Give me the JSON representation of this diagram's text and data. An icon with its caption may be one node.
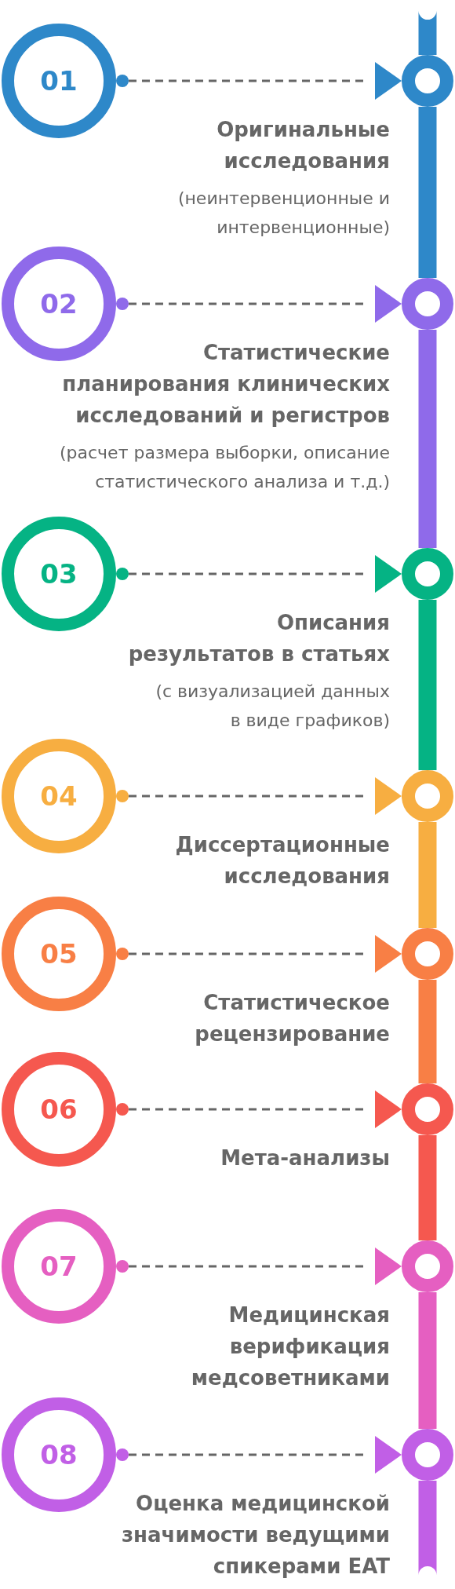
{
  "diagram": {
    "nodes": [
      {
        "text": [
          "01"
        ]
      },
      {
        "text": [],
        "shape": "circle",
        "beside": [
          "Оригинальные исследования",
          "(неинтервенционные и интервенционные)"
        ]
      },
      {
        "text": [
          "02"
        ],
        "beside": [
          "Статистические планирования клинических исследований и регистров",
          "(расчет размера выборки, описание статистического анализа и т.д.)"
        ]
      },
      {
        "text": [],
        "shape": "circle"
      },
      {
        "text": [
          "03"
        ]
      },
      {
        "text": [],
        "shape": "circle",
        "beside": [
          "Описания результатов в статьях",
          "(с визуализацией данных в виде графиков)"
        ]
      },
      {
        "text": [
          "04"
        ]
      },
      {
        "text": [],
        "shape": "circle",
        "beside": [
          "Диссертационные исследования"
        ]
      },
      {
        "text": [
          "05"
        ]
      },
      {
        "text": [],
        "shape": "circle",
        "beside": [
          "Статистическое рецензирование"
        ]
      },
      {
        "text": [
          "06"
        ]
      },
      {
        "text": [],
        "shape": "circle",
        "beside": [
          "Мета-анализы"
        ]
      },
      {
        "text": [
          "07"
        ]
      },
      {
        "text": [],
        "shape": "circle",
        "beside": [
          "Медицинская верификация медсоветниками"
        ]
      },
      {
        "text": [
          "08"
        ]
      },
      {
        "text": [],
        "shape": "circle",
        "beside": [
          "Оценка медицинской значимости ведущими спикерами EAT"
        ]
      }
    ],
    "edges": [
      {
        "from": 0,
        "to": 1,
        "arrow": "to",
        "style": "dashed"
      },
      {
        "from": 2,
        "to": 3,
        "arrow": "to",
        "style": "dashed"
      },
      {
        "from": 4,
        "to": 5,
        "arrow": "to",
        "style": "dashed"
      },
      {
        "from": 6,
        "to": 7,
        "arrow": "to",
        "style": "dashed"
      },
      {
        "from": 8,
        "to": 9,
        "arrow": "to",
        "style": "dashed"
      },
      {
        "from": 10,
        "to": 11,
        "arrow": "to",
        "style": "dashed"
      },
      {
        "from": 12,
        "to": 13,
        "arrow": "to",
        "style": "dashed"
      },
      {
        "from": 14,
        "to": 15,
        "arrow": "to",
        "style": "dashed"
      },
      {
        "from": null,
        "to": 1,
        "arrow": "none",
        "style": "thick",
        "color": "#2e88c9"
      },
      {
        "from": 1,
        "to": 3,
        "arrow": "none",
        "style": "thick",
        "color": "#2e88c9"
      },
      {
        "from": 3,
        "to": 5,
        "arrow": "none",
        "style": "thick",
        "color": "#8f6aea"
      },
      {
        "from": 5,
        "to": 7,
        "arrow": "none",
        "style": "thick",
        "color": "#05b384"
      },
      {
        "from": 7,
        "to": 9,
        "arrow": "none",
        "style": "thick",
        "color": "#f7ae41"
      },
      {
        "from": 9,
        "to": 11,
        "arrow": "none",
        "style": "thick",
        "color": "#f87f45"
      },
      {
        "from": 11,
        "to": 13,
        "arrow": "none",
        "style": "thick",
        "color": "#f5584f"
      },
      {
        "from": 13,
        "to": 15,
        "arrow": "none",
        "style": "thick",
        "color": "#e55fc1"
      },
      {
        "from": 15,
        "to": null,
        "arrow": "none",
        "style": "thick",
        "color": "#c15fe6"
      }
    ]
  }
}
